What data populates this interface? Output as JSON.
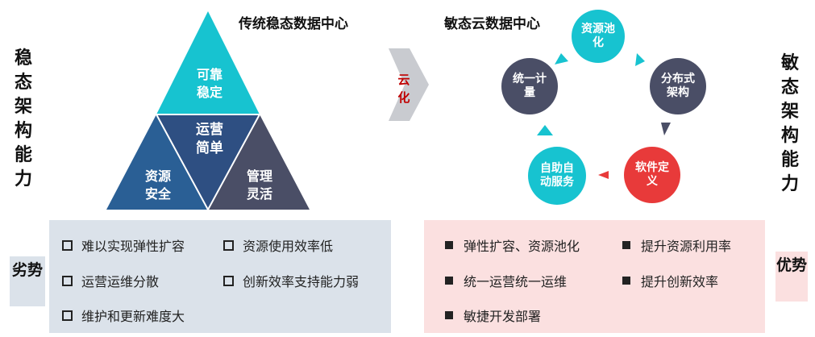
{
  "left_vertical_title": "稳态架构能力",
  "right_vertical_title": "敏态架构能力",
  "traditional_title": "传统稳态数据中心",
  "agile_title": "敏态云数据中心",
  "triangle": {
    "top": [
      "可靠",
      "稳定"
    ],
    "center": [
      "运营",
      "简单"
    ],
    "left": [
      "资源",
      "安全"
    ],
    "right": [
      "管理",
      "灵活"
    ]
  },
  "transition_label": "云化",
  "cycle": {
    "resource_pool": [
      "资源池",
      "化"
    ],
    "distributed": [
      "分布式",
      "架构"
    ],
    "software_defined": [
      "软件定",
      "义"
    ],
    "self_service": [
      "自助自",
      "动服务"
    ],
    "unified_metering": [
      "统一计",
      "量"
    ]
  },
  "disadvantage_tag": "劣势",
  "advantage_tag": "优势",
  "disadvantages": {
    "col1": [
      "难以实现弹性扩容",
      "运营运维分散",
      "维护和更新难度大"
    ],
    "col2": [
      "资源使用效率低",
      "创新效率支持能力弱"
    ]
  },
  "advantages": {
    "col1": [
      "弹性扩容、资源池化",
      "统一运营统一运维",
      "敏捷开发部署"
    ],
    "col2": [
      "提升资源利用率",
      "提升创新效率"
    ]
  },
  "colors": {
    "cyan": "#17c3d0",
    "dark_blue": "#2e4f82",
    "navy": "#214a7b",
    "slate": "#4a4e66",
    "red": "#e83a3a",
    "panel_blue": "#dbe2ea",
    "panel_pink": "#fbe0e0"
  }
}
